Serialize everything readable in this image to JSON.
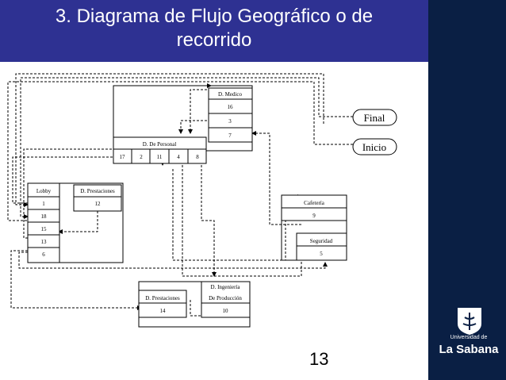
{
  "slide": {
    "title": "3. Diagrama de Flujo Geográfico o de recorrido",
    "title_line1": "3. Diagrama de Flujo Geográfico o de",
    "title_line2": "recorrido",
    "page_number": "13",
    "logo_line1": "Universidad de",
    "logo_line2": "La Sabana",
    "colors": {
      "header": "#2e3192",
      "sidebar": "#0a1f44"
    }
  },
  "diagram": {
    "medico": {
      "label": "D. Medico",
      "values": [
        "16",
        "3",
        "7"
      ]
    },
    "personal": {
      "label": "D. De Personal",
      "values": [
        "17",
        "2",
        "11",
        "4",
        "8"
      ]
    },
    "lobby": {
      "label": "Lobby",
      "values": [
        "1",
        "18",
        "15",
        "13",
        "6"
      ]
    },
    "prestaciones_top": {
      "label": "D. Prestaciones",
      "value": "12"
    },
    "cafeteria": {
      "label": "Cafetería",
      "value": "9"
    },
    "seguridad": {
      "label": "Seguridad",
      "value": "5"
    },
    "prestaciones_bottom": {
      "label": "D. Prestaciones",
      "value": "14"
    },
    "ingenieria": {
      "label_line1": "D. Ingeniería",
      "label_line2": "De Producción",
      "value": "10"
    },
    "final": "Final",
    "inicio": "Inicio"
  }
}
